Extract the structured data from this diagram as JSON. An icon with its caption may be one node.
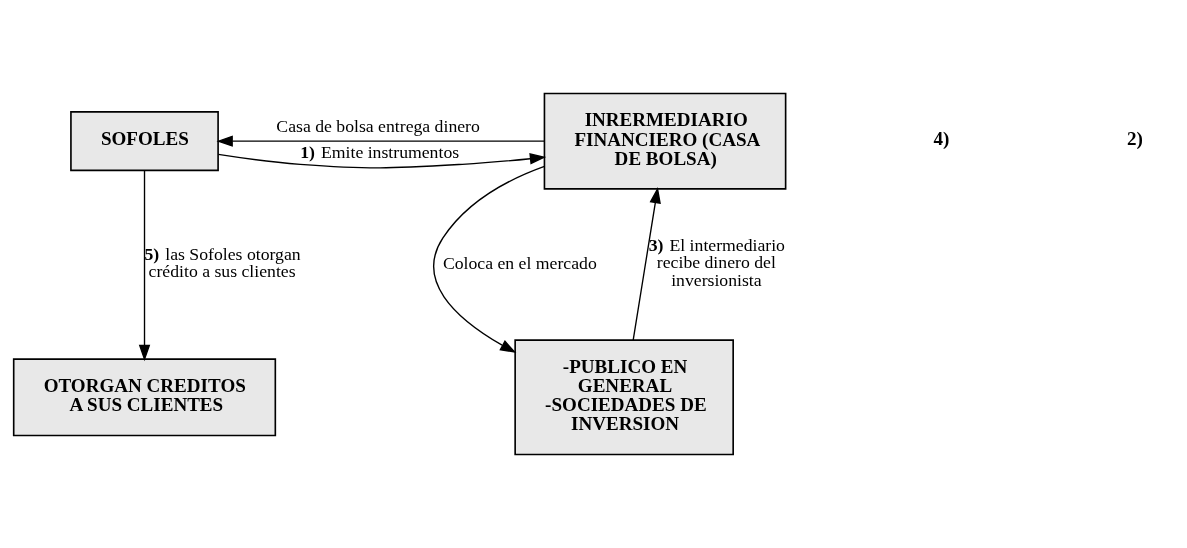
{
  "diagram": {
    "nodes": [
      {
        "text": [
          "INRERMEDIARIO FINANCIERO (CASA DE BOLSA)"
        ]
      },
      {
        "text": [
          "SOFOLES"
        ]
      },
      {
        "text": [
          "-PUBLICO EN GENERAL -SOCIEDADES DE INVERSION"
        ]
      },
      {
        "text": [
          "OTORGAN CREDITOS A SUS CLIENTES"
        ]
      }
    ],
    "edges": [
      {
        "from": 1,
        "to": 0,
        "arrow": "to",
        "label": "**1)** Emite instrumentos"
      },
      {
        "from": 0,
        "to": 2,
        "arrow": "to",
        "label": "Coloca en el mercado"
      },
      {
        "from": 2,
        "to": 0,
        "arrow": "to",
        "label": "**3)** El intermediario recibe dinero del inversionista"
      },
      {
        "from": 0,
        "to": 1,
        "arrow": "to",
        "label": "Casa de bolsa entrega dinero"
      },
      {
        "from": 1,
        "to": 3,
        "arrow": "to",
        "label": "**5)** las Sofoles otorgan crédito a sus clientes"
      }
    ],
    "labels": [
      "4)",
      "2)"
    ]
  }
}
